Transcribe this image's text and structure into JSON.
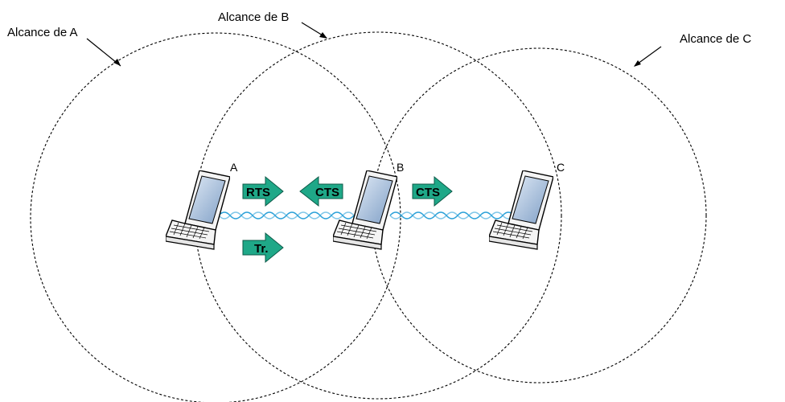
{
  "ranges": [
    {
      "label": "Alcance de A"
    },
    {
      "label": "Alcance de B"
    },
    {
      "label": "Alcance de C"
    }
  ],
  "nodes": [
    {
      "label": "A"
    },
    {
      "label": "B"
    },
    {
      "label": "C"
    }
  ],
  "messages": [
    {
      "label": "RTS",
      "direction": "right"
    },
    {
      "label": "CTS",
      "direction": "left"
    },
    {
      "label": "CTS",
      "direction": "right"
    },
    {
      "label": "Tr.",
      "direction": "right"
    }
  ],
  "colors": {
    "arrow_fill": "#1fa888",
    "arrow_stroke": "#0c5a48",
    "wave": "#2aa0d8",
    "screen": "#7f9fc6"
  }
}
